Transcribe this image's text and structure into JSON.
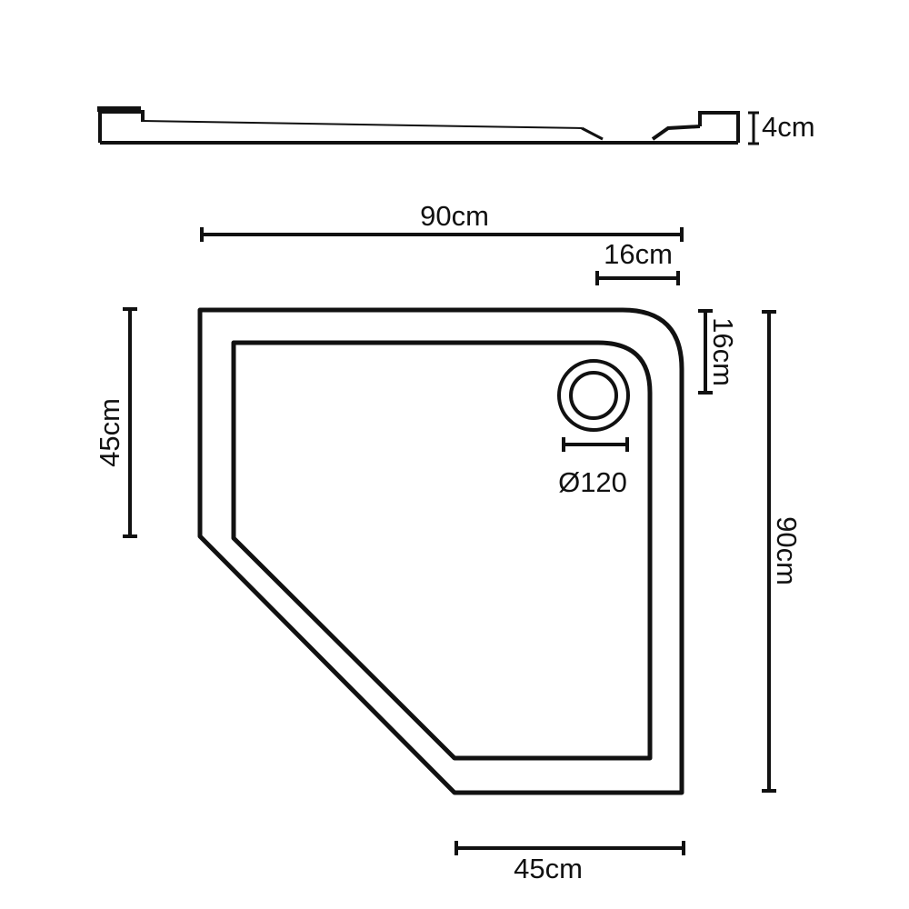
{
  "diagram": {
    "title": "",
    "colors": {
      "ink": "#111111",
      "background": "#ffffff"
    },
    "profile_view": {
      "height_label": "4cm"
    },
    "plan_view": {
      "top_width_label": "90cm",
      "drain_offset_horizontal_label": "16cm",
      "drain_offset_vertical_label": "16cm",
      "left_side_label": "45cm",
      "right_side_label": "90cm",
      "bottom_side_label": "45cm",
      "drain_diameter_label": "Ø120"
    }
  }
}
